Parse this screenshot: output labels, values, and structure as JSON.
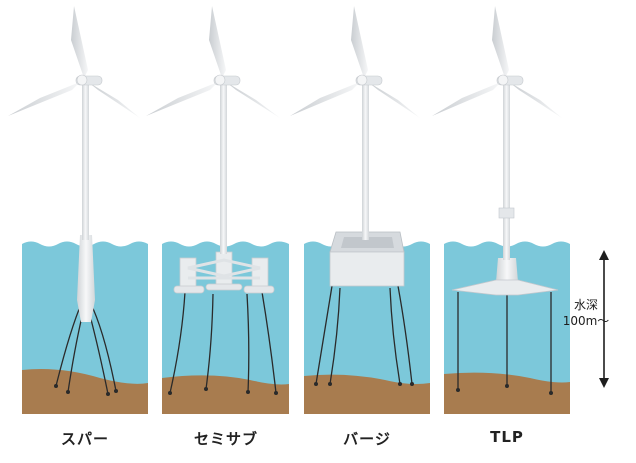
{
  "turbines": [
    {
      "id": "spar",
      "label": "スパー"
    },
    {
      "id": "semisub",
      "label": "セミサブ"
    },
    {
      "id": "barge",
      "label": "バージ"
    },
    {
      "id": "tlp",
      "label": "TLP"
    }
  ],
  "depth": {
    "line1": "水深",
    "line2": "100m〜"
  },
  "colors": {
    "water": "#7cc8da",
    "seabed": "#a87c4f",
    "structure": "#e9ecee",
    "structure_shade": "#c7ccd0",
    "mooring": "#2a2a2a",
    "arrow": "#1e1e1e"
  }
}
